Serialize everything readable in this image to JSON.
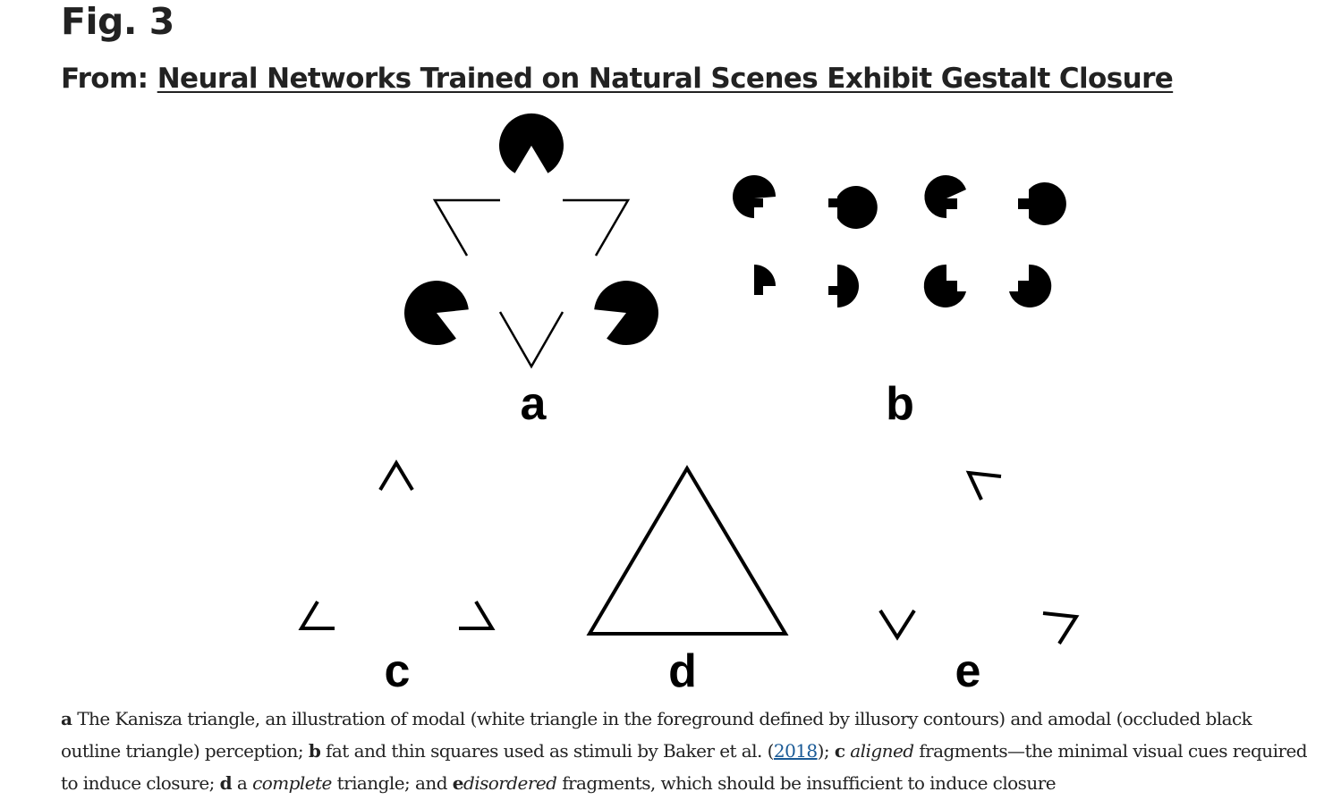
{
  "header": {
    "fig_label": "Fig. 3",
    "from_prefix": "From:",
    "article_title": "Neural Networks Trained on Natural Scenes Exhibit Gestalt Closure"
  },
  "figure": {
    "panels": {
      "a": "a",
      "b": "b",
      "c": "c",
      "d": "d",
      "e": "e"
    }
  },
  "caption": {
    "a_label": "a",
    "a_text": " The Kanisza triangle, an illustration of modal (white triangle in the foreground defined by illusory contours) and amodal (occluded black outline triangle) perception; ",
    "b_label": "b",
    "b_text": " fat and thin squares used as stimuli by Baker et al. (",
    "ref_year": "2018",
    "b_text_end": "); ",
    "c_label": "c",
    "c_italic": "aligned",
    "c_text": " fragments—the minimal visual cues required to induce closure; ",
    "d_label": "d",
    "d_text_pre": " a ",
    "d_italic": "complete",
    "d_text": " triangle; and ",
    "e_label": "e",
    "e_italic": "disordered",
    "e_text": " fragments, which should be insufficient to induce closure"
  },
  "colors": {
    "text": "#222222",
    "link": "#1a5a96",
    "figure_ink": "#000000"
  }
}
